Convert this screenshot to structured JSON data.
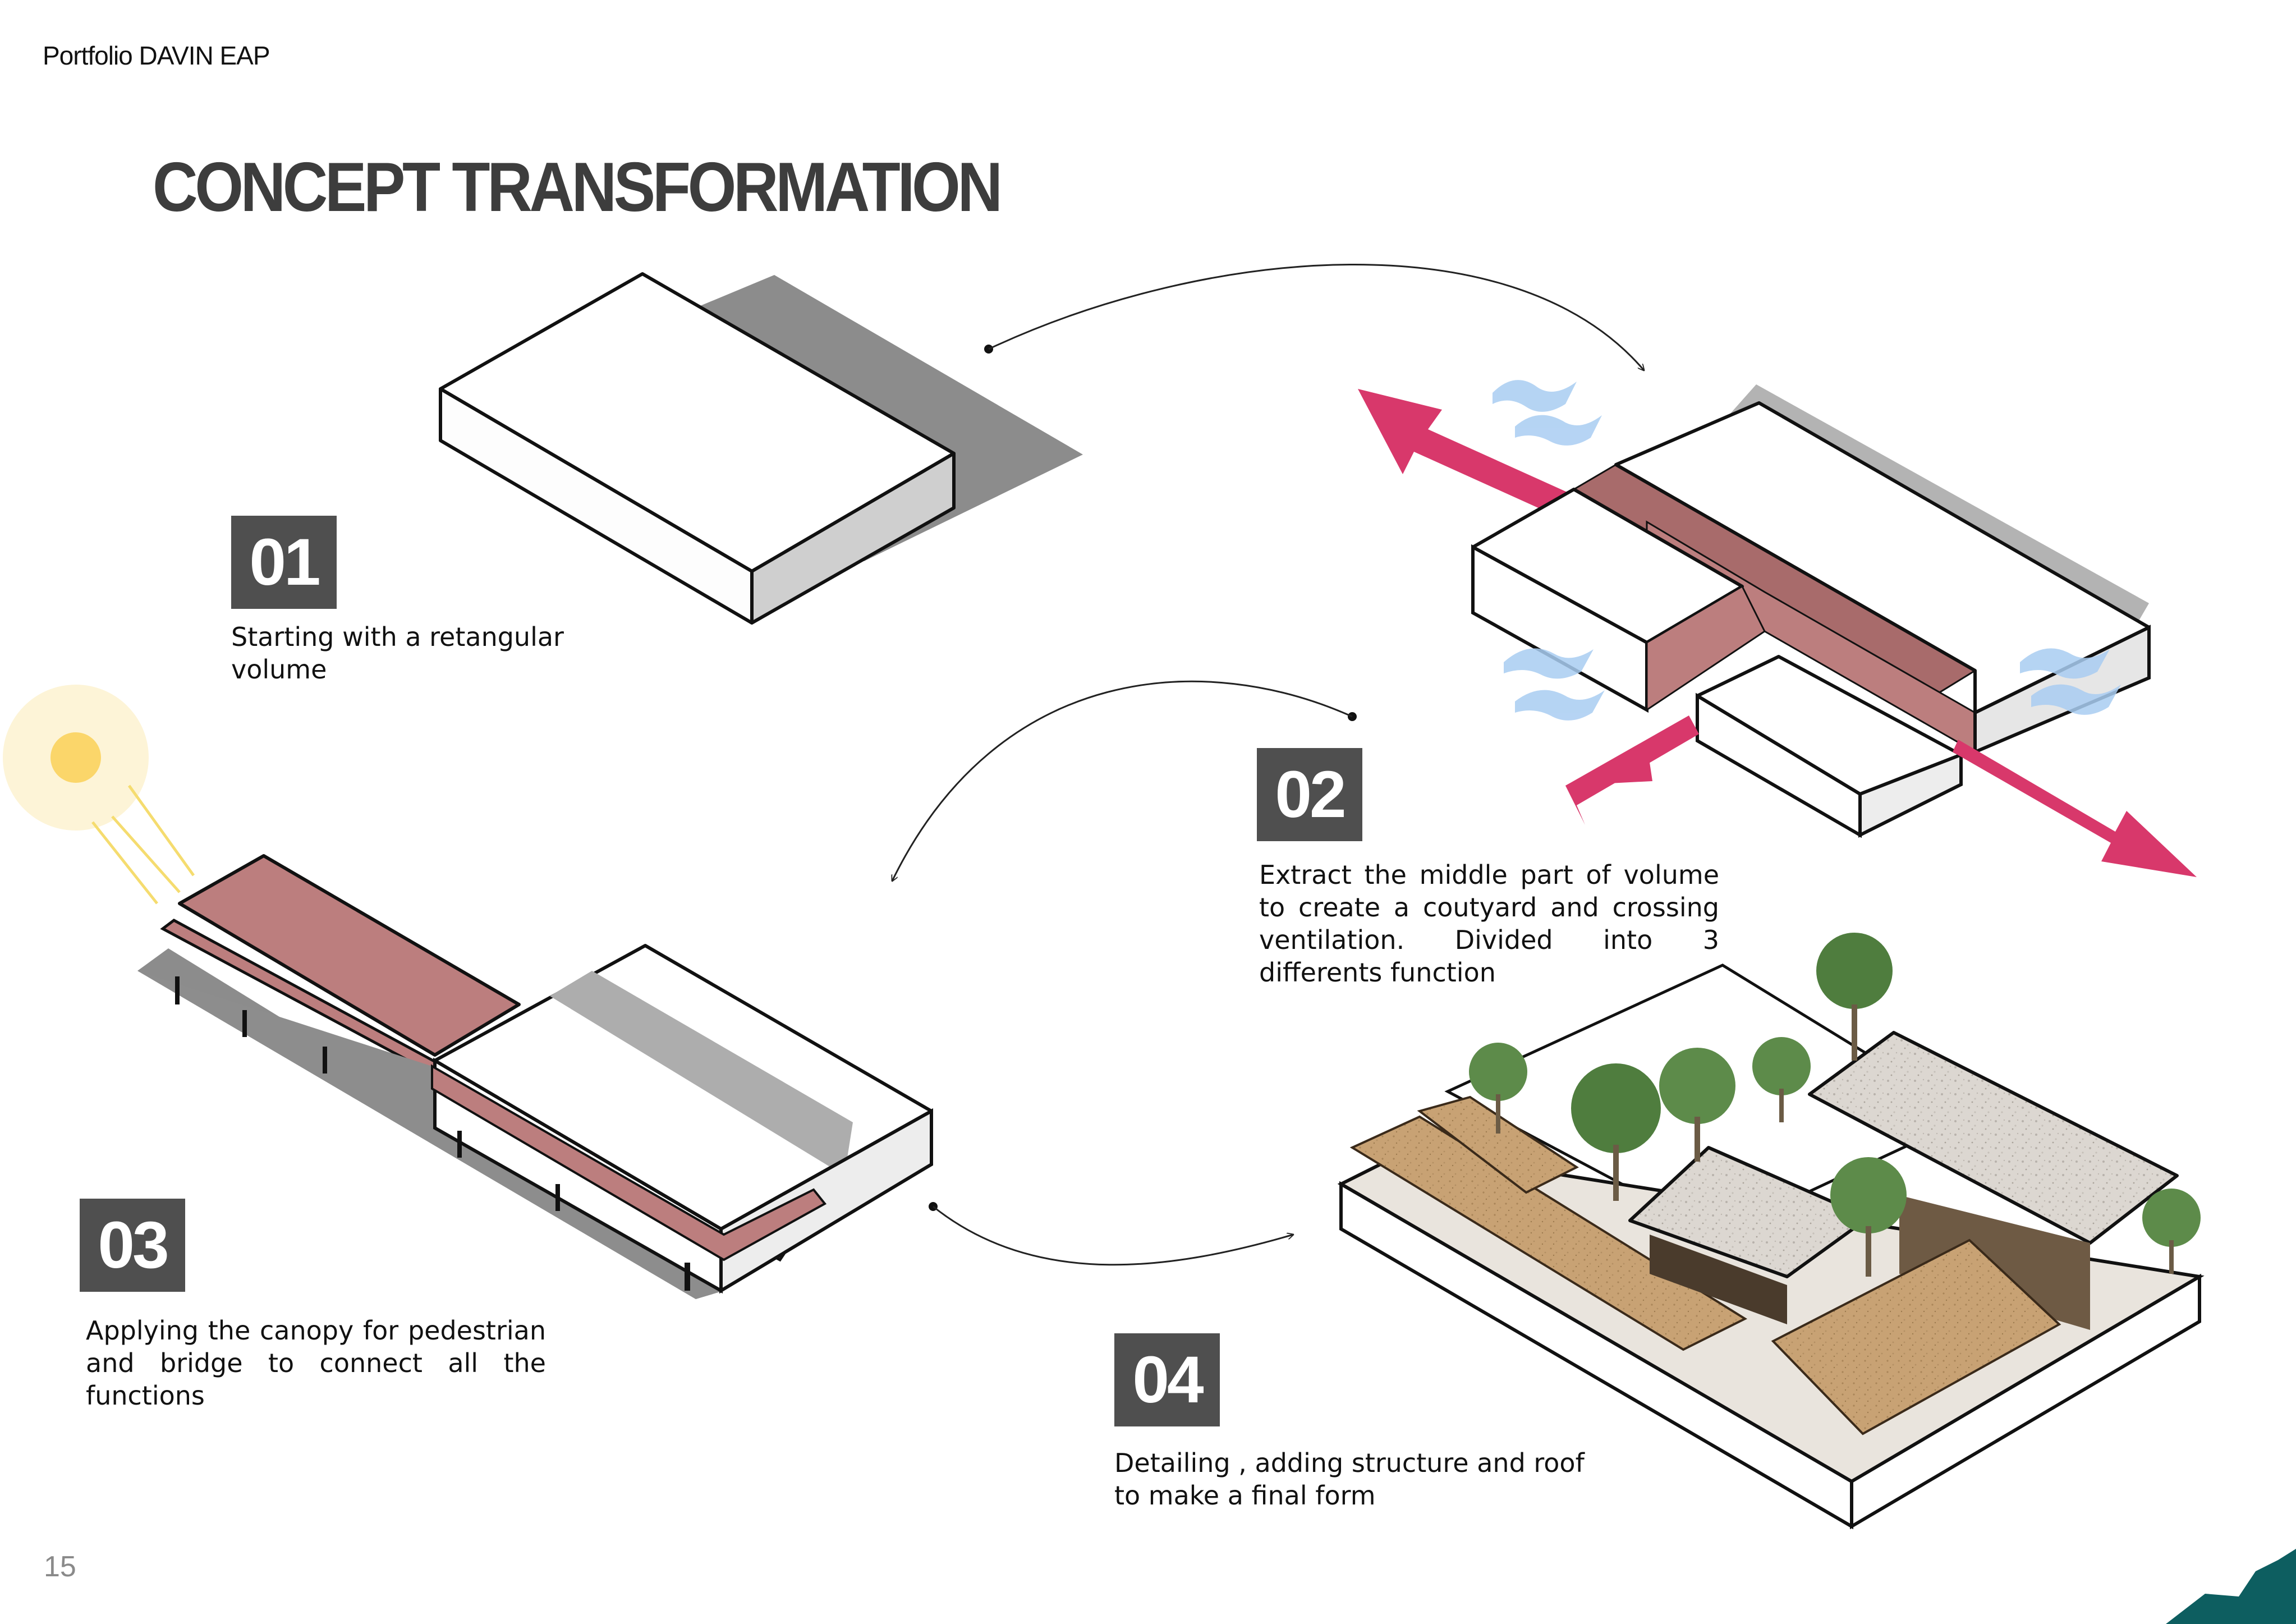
{
  "header": {
    "label": "Portfolio DAVIN EAP"
  },
  "title": "CONCEPT TRANSFORMATION",
  "steps": [
    {
      "number": "01",
      "text": "Starting with a retangular volume"
    },
    {
      "number": "02",
      "text": "Extract the middle part of volume to create a coutyard and crossing ventilation. Divided into 3 differents function"
    },
    {
      "number": "03",
      "text": "Applying the canopy for pedestrian and bridge to connect all the functions"
    },
    {
      "number": "04",
      "text": "Detailing , adding structure and roof to make a final form"
    }
  ],
  "page_number": "15",
  "colors": {
    "badge": "#4f4f4f",
    "accent_magenta": "#d8386b",
    "courtyard_red": "#bc7e7e",
    "wind_blue": "#a9cdf2",
    "sun_yellow": "#fbd66a",
    "shadow_gray": "#8c8c8c",
    "wood": "#c9a47a",
    "corner_teal": "#0d5e60"
  }
}
